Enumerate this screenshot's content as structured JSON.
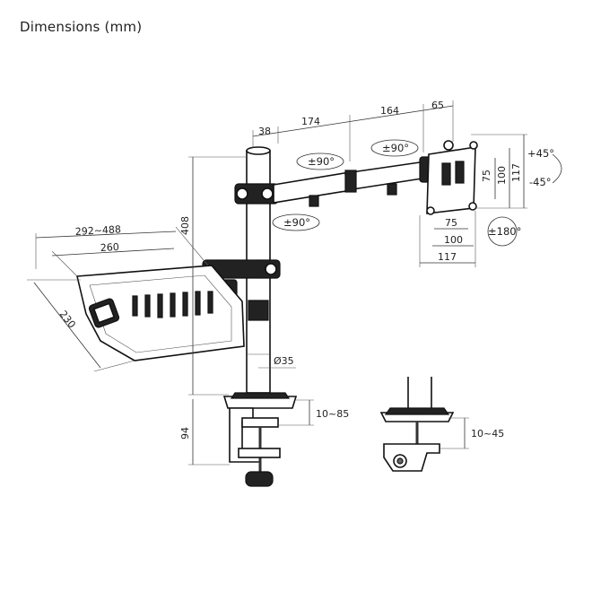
{
  "title": "Dimensions (mm)",
  "dims": {
    "arm_offset": "38",
    "arm_seg1": "174",
    "arm_seg2": "164",
    "head_depth": "65",
    "pole_height": "408",
    "tray_width_range": "292~488",
    "tray_width": "260",
    "tray_depth": "230",
    "pole_diameter": "Ø35",
    "clamp_height": "94",
    "clamp_range": "10~85",
    "grommet_range": "10~45",
    "vesa_75_h": "75",
    "vesa_100_h": "100",
    "vesa_117_h": "117",
    "vesa_75_w": "75",
    "vesa_100_w": "100",
    "vesa_117_w": "117"
  },
  "angles": {
    "arm_swivel_1": "±90°",
    "arm_swivel_2": "±90°",
    "arm_swivel_3": "±90°",
    "tilt_up": "+45°",
    "tilt_down": "-45°",
    "rotation": "±180°"
  }
}
